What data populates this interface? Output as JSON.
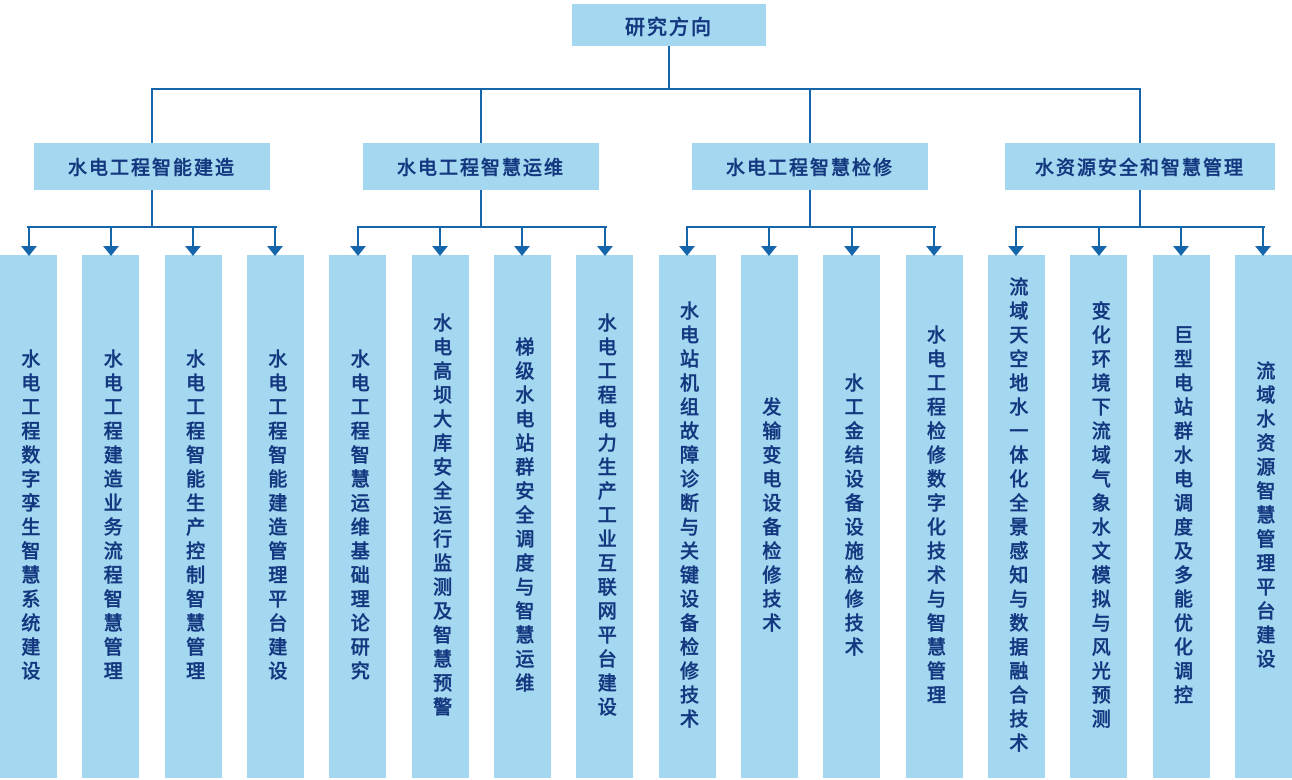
{
  "colors": {
    "box_fill": "#a4d8f0",
    "line": "#1565ab",
    "text": "#14387f"
  },
  "root": {
    "label": "研究方向"
  },
  "groups": [
    {
      "label": "水电工程智能建造",
      "columns": [
        "水电工程数字孪生智慧系统建设",
        "水电工程建造业务流程智慧管理",
        "水电工程智能生产控制智慧管理",
        "水电工程智能建造管理平台建设"
      ]
    },
    {
      "label": "水电工程智慧运维",
      "columns": [
        "水电工程智慧运维基础理论研究",
        "水电高坝大库安全运行监测及智慧预警",
        "梯级水电站群安全调度与智慧运维",
        "水电工程电力生产工业互联网平台建设"
      ]
    },
    {
      "label": "水电工程智慧检修",
      "columns": [
        "水电站机组故障诊断与关键设备检修技术",
        "发输变电设备检修技术",
        "水工金结设备设施检修技术",
        "水电工程检修数字化技术与智慧管理"
      ]
    },
    {
      "label": "水资源安全和智慧管理",
      "columns": [
        "流域天空地水一体化全景感知与数据融合技术",
        "变化环境下流域气象水文模拟与风光预测",
        "巨型电站群水电调度及多能优化调控",
        "流域水资源智慧管理平台建设"
      ]
    }
  ]
}
